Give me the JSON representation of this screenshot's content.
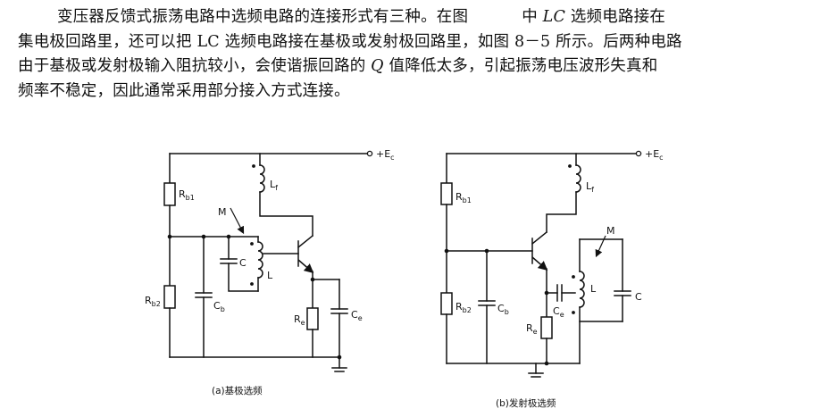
{
  "text": {
    "l1a": "变压器反馈式振荡电路中选频电路的连接形式有三种。在图",
    "l1b": "中",
    "l1c": "LC",
    "l1d": "选频电路接在",
    "l2": "集电极回路里，还可以把 LC 选频电路接在基极或发射极回路里，如图 8－5 所示。后两种电路",
    "l3a": "由于基极或发射极输入阻抗较小，会使谐振回路的",
    "l3b": "Q",
    "l3c": "值降低太多，引起振荡电压波形失真和",
    "l4": "频率不稳定，因此通常采用部分接入方式连接。"
  },
  "circuit_a": {
    "caption": "(a)基极选频",
    "supply": "+E",
    "supply_sub": "c",
    "Rb1": "R",
    "Rb1_sub": "b1",
    "Rb2": "R",
    "Rb2_sub": "b2",
    "Cb": "C",
    "Cb_sub": "b",
    "C": "C",
    "L": "L",
    "Lf": "L",
    "Lf_sub": "f",
    "M": "M",
    "Re": "R",
    "Re_sub": "e",
    "Ce": "C",
    "Ce_sub": "e"
  },
  "circuit_b": {
    "caption": "(b)发射极选频",
    "supply": "+E",
    "supply_sub": "c",
    "Rb1": "R",
    "Rb1_sub": "b1",
    "Rb2": "R",
    "Rb2_sub": "b2",
    "Cb": "C",
    "Cb_sub": "b",
    "Ce": "C",
    "Ce_sub": "e",
    "Re": "R",
    "Re_sub": "e",
    "L": "L",
    "C": "C",
    "Lf": "L",
    "Lf_sub": "f",
    "M": "M"
  }
}
